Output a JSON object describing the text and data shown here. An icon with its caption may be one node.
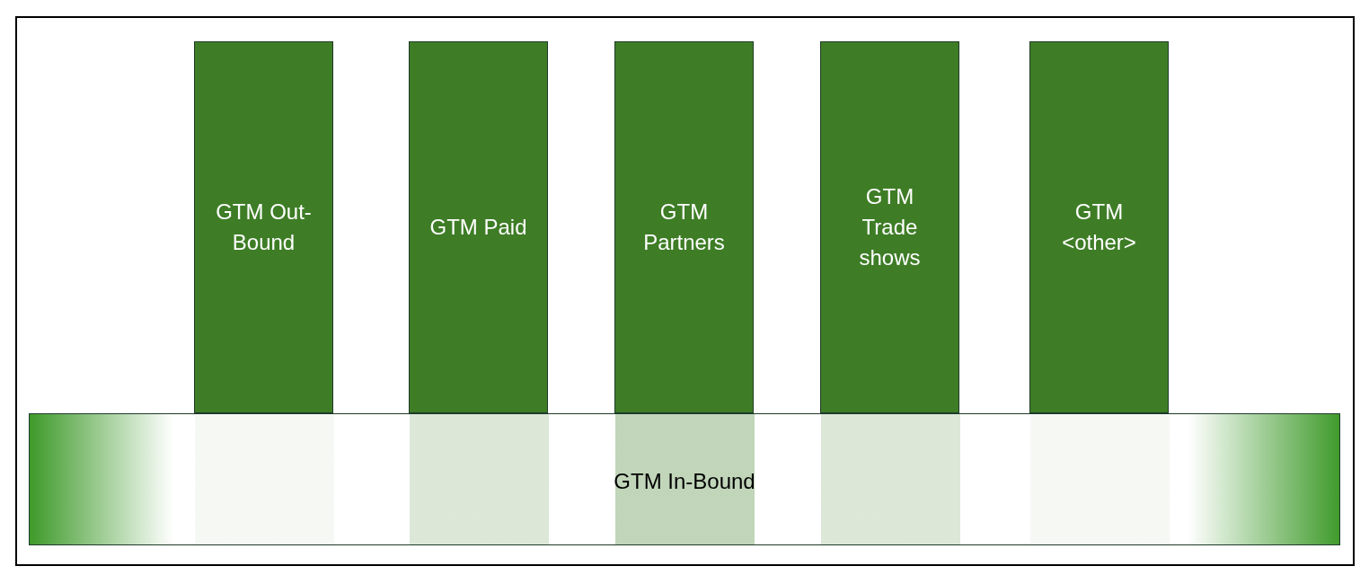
{
  "diagram": {
    "nodes": [
      {
        "text": [
          "GTM Out-Bound"
        ]
      },
      {
        "text": [
          "GTM Paid"
        ]
      },
      {
        "text": [
          "GTM Partners"
        ]
      },
      {
        "text": [
          "GTM Trade shows"
        ]
      },
      {
        "text": [
          "GTM <other>"
        ]
      },
      {
        "text": [
          "GTM In-Bound"
        ]
      }
    ],
    "edges": []
  }
}
